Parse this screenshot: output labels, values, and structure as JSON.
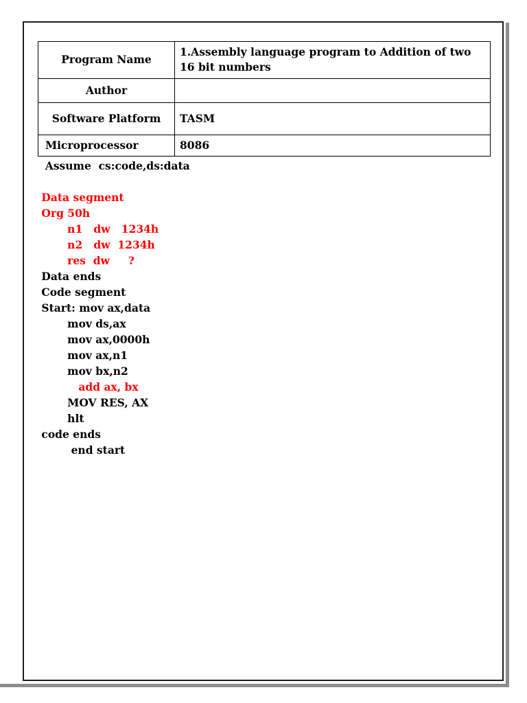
{
  "document": {
    "title": "Assembly language program listing",
    "colors": {
      "text": "#000000",
      "highlight": "#ff0000",
      "border": "#000000",
      "page_shadow": "#8d8d8d"
    }
  },
  "info_table": {
    "rows": [
      {
        "label": "Program Name",
        "value": "1.Assembly language program to  Addition of two 16 bit numbers"
      },
      {
        "label": "Author",
        "value": ""
      },
      {
        "label": "Software Platform",
        "value": "TASM"
      },
      {
        "label": "Microprocessor",
        "value": "8086"
      }
    ]
  },
  "code": {
    "lines": [
      {
        "text": "  Assume  cs:code,ds:data",
        "color": "#000000"
      },
      {
        "text": "",
        "color": "#000000"
      },
      {
        "text": " Data segment",
        "color": "#ff0000"
      },
      {
        "text": " Org 50h",
        "color": "#ff0000"
      },
      {
        "text": "        n1   dw   1234h",
        "color": "#ff0000"
      },
      {
        "text": "        n2   dw  1234h",
        "color": "#ff0000"
      },
      {
        "text": "        res  dw     ?",
        "color": "#ff0000"
      },
      {
        "text": " Data ends",
        "color": "#000000"
      },
      {
        "text": " Code segment",
        "color": "#000000"
      },
      {
        "text": " Start: mov ax,data",
        "color": "#000000"
      },
      {
        "text": "        mov ds,ax",
        "color": "#000000"
      },
      {
        "text": "        mov ax,0000h",
        "color": "#000000"
      },
      {
        "text": "        mov ax,n1",
        "color": "#000000"
      },
      {
        "text": "        mov bx,n2",
        "color": "#000000"
      },
      {
        "text": "           add ax, bx",
        "color": "#ff0000"
      },
      {
        "text": "        MOV RES, AX",
        "color": "#000000"
      },
      {
        "text": "        hlt",
        "color": "#000000"
      },
      {
        "text": " code ends",
        "color": "#000000"
      },
      {
        "text": "         end start",
        "color": "#000000"
      }
    ]
  }
}
